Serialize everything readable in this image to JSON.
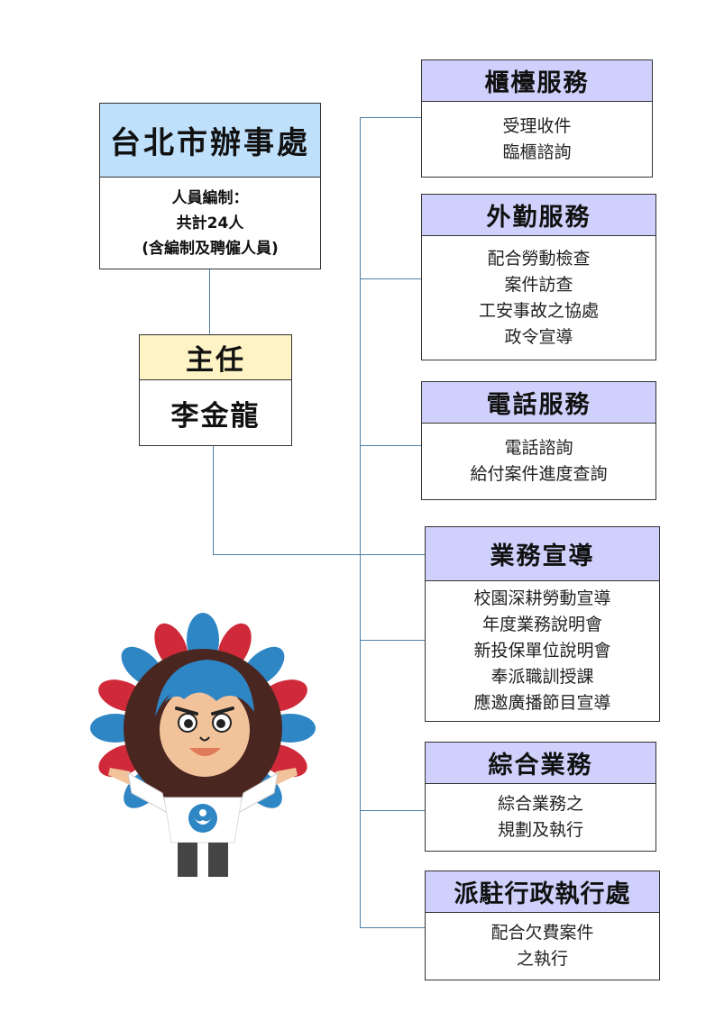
{
  "office": {
    "title": "台北市辦事處",
    "staff_lines": [
      "人員編制：",
      "共計24人",
      "(含編制及聘僱人員)"
    ]
  },
  "director": {
    "role": "主任",
    "name": "李金龍"
  },
  "services": [
    {
      "title": "櫃檯服務",
      "items": [
        "受理收件",
        "臨櫃諮詢"
      ]
    },
    {
      "title": "外勤服務",
      "items": [
        "配合勞動檢查",
        "案件訪查",
        "工安事故之協處",
        "政令宣導"
      ]
    },
    {
      "title": "電話服務",
      "items": [
        "電話諮詢",
        "給付案件進度查詢"
      ]
    },
    {
      "title": "業務宣導",
      "items": [
        "校園深耕勞動宣導",
        "年度業務說明會",
        "新投保單位說明會",
        "奉派職訓授課",
        "應邀廣播節目宣導"
      ]
    },
    {
      "title": "綜合業務",
      "items": [
        "綜合業務之",
        "規劃及執行"
      ]
    },
    {
      "title": "派駐行政執行處",
      "items": [
        "配合欠費案件",
        "之執行"
      ]
    }
  ],
  "colors": {
    "office_header": "#bfe0fb",
    "director_header": "#fdf3c4",
    "service_header": "#cfd0fb",
    "connector": "#4f7fa6"
  },
  "mascot": {
    "icon": "mascot-figure"
  }
}
